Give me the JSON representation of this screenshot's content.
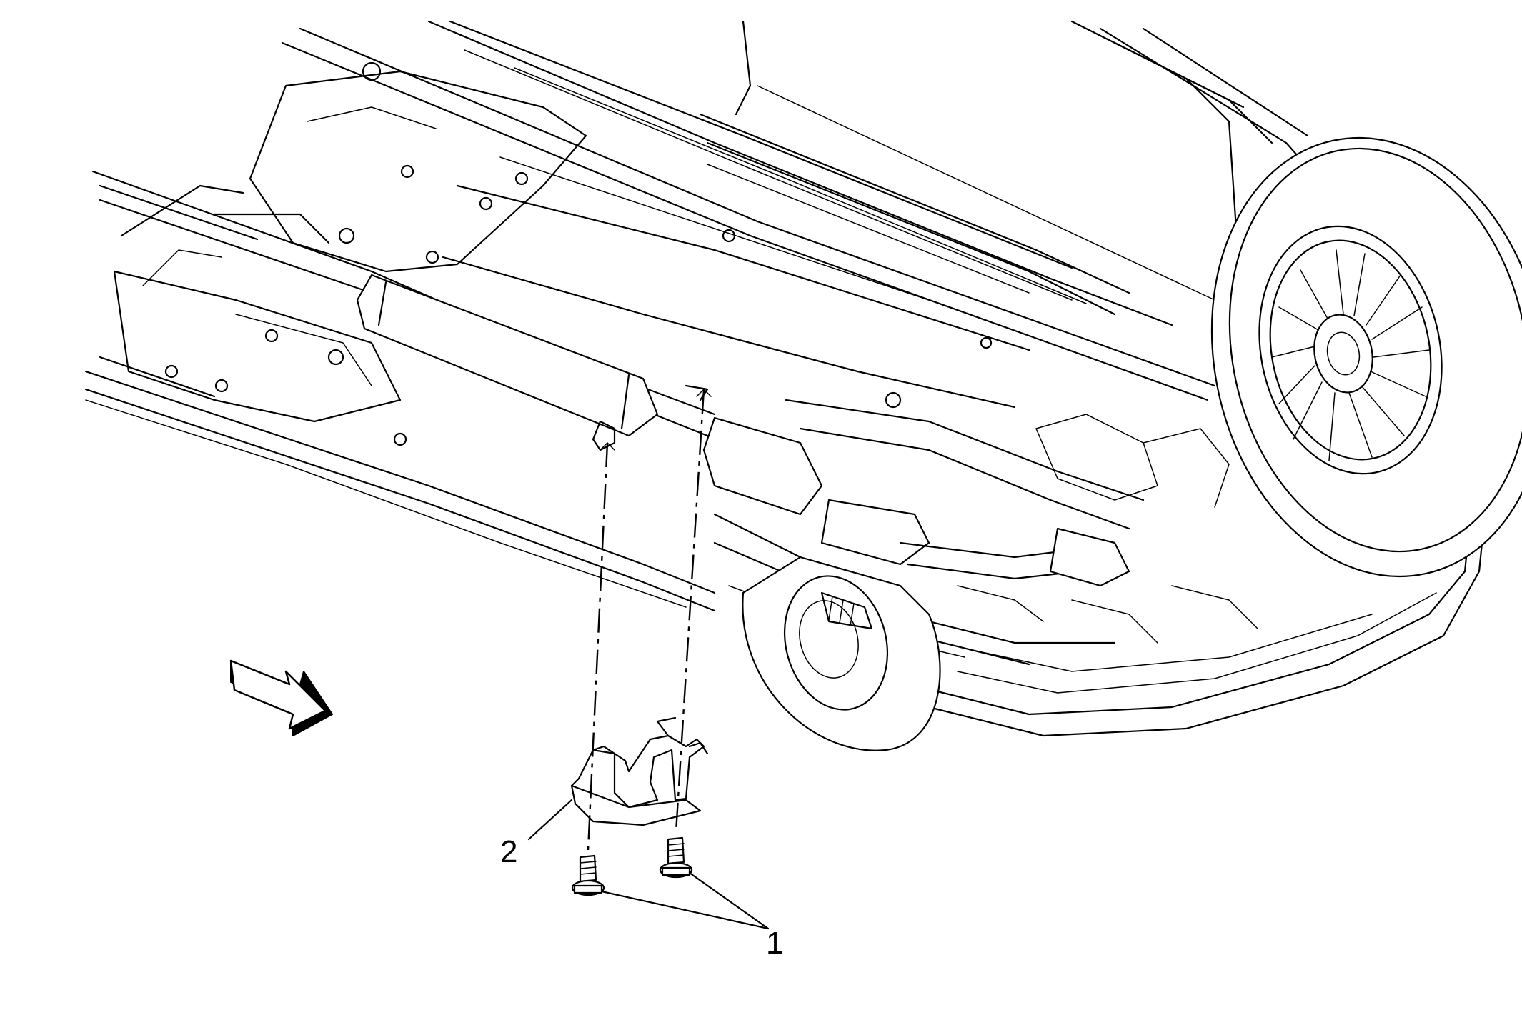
{
  "diagram": {
    "callouts": [
      {
        "id": "1",
        "label": "1"
      },
      {
        "id": "2",
        "label": "2"
      }
    ],
    "colors": {
      "line": "#000000",
      "background": "#ffffff"
    },
    "icons": {
      "direction_arrow": "front-direction-arrow-icon",
      "fastener": "bolt-icon"
    }
  }
}
